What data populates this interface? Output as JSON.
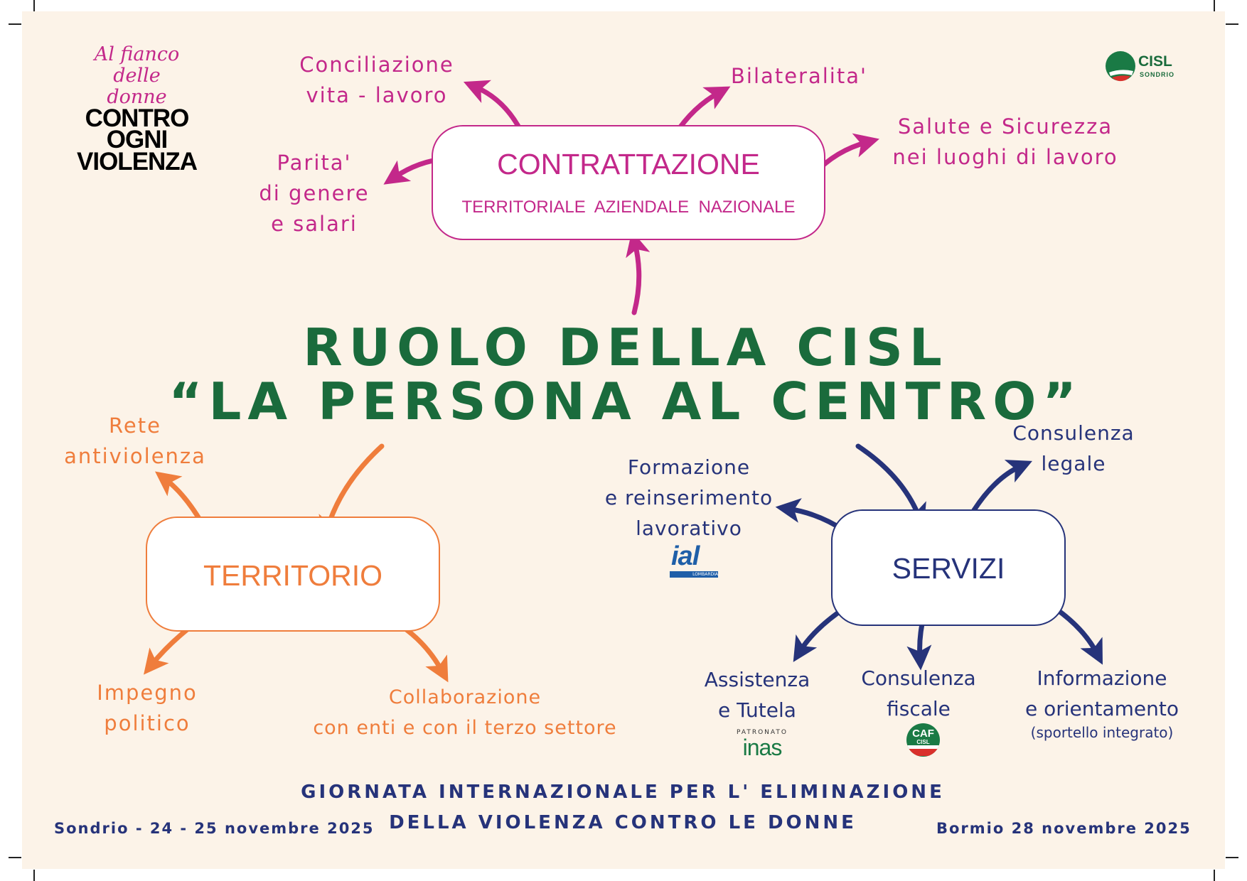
{
  "logo_campaign": {
    "script": "Al fianco delle donne",
    "line1": "CONTRO",
    "line2": "OGNI",
    "line3": "VIOLENZA"
  },
  "logo_cisl": {
    "name": "CISL",
    "sub": "SONDRIO"
  },
  "contrattazione": {
    "title": "CONTRATTAZIONE",
    "subtitle": "TERRITORIALE  AZIENDALE  NAZIONALE",
    "branches": {
      "conciliazione": [
        "Conciliazione",
        "vita - lavoro"
      ],
      "bilateralita": "Bilateralita'",
      "salute": [
        "Salute e Sicurezza",
        "nei luoghi di lavoro"
      ],
      "parita": [
        "Parita'",
        "di genere",
        "e salari"
      ]
    }
  },
  "main_title": {
    "line1": "RUOLO DELLA CISL",
    "line2": "“LA PERSONA AL CENTRO”"
  },
  "territorio": {
    "title": "TERRITORIO",
    "branches": {
      "rete": [
        "Rete",
        "antiviolenza"
      ],
      "impegno": [
        "Impegno",
        "politico"
      ],
      "collaborazione": [
        "Collaborazione",
        "con enti e con il terzo settore"
      ]
    }
  },
  "servizi": {
    "title": "SERVIZI",
    "branches": {
      "formazione": [
        "Formazione",
        "e reinserimento",
        "lavorativo"
      ],
      "legale": [
        "Consulenza",
        "legale"
      ],
      "assistenza": [
        "Assistenza",
        "e Tutela"
      ],
      "fiscale": [
        "Consulenza",
        "fiscale"
      ],
      "informazione": [
        "Informazione",
        "e orientamento",
        "(sportello integrato)"
      ]
    },
    "logos": {
      "ial": "ial",
      "ial_sub": "LOMBARDIA",
      "inas_top": "PATRONATO",
      "inas": "inas",
      "caf": "CAF",
      "caf_sub": "CISL"
    }
  },
  "footer": {
    "line1": "GIORNATA INTERNAZIONALE PER L' ELIMINAZIONE",
    "line2": "DELLA VIOLENZA CONTRO LE DONNE",
    "left_date": "Sondrio - 24 - 25 novembre 2025",
    "right_date": "Bormio 28 novembre 2025"
  },
  "colors": {
    "pink": "#c3288a",
    "orange": "#ef7d3c",
    "navy": "#26337a",
    "green": "#1a6b3c",
    "background": "#fcf3e8"
  }
}
